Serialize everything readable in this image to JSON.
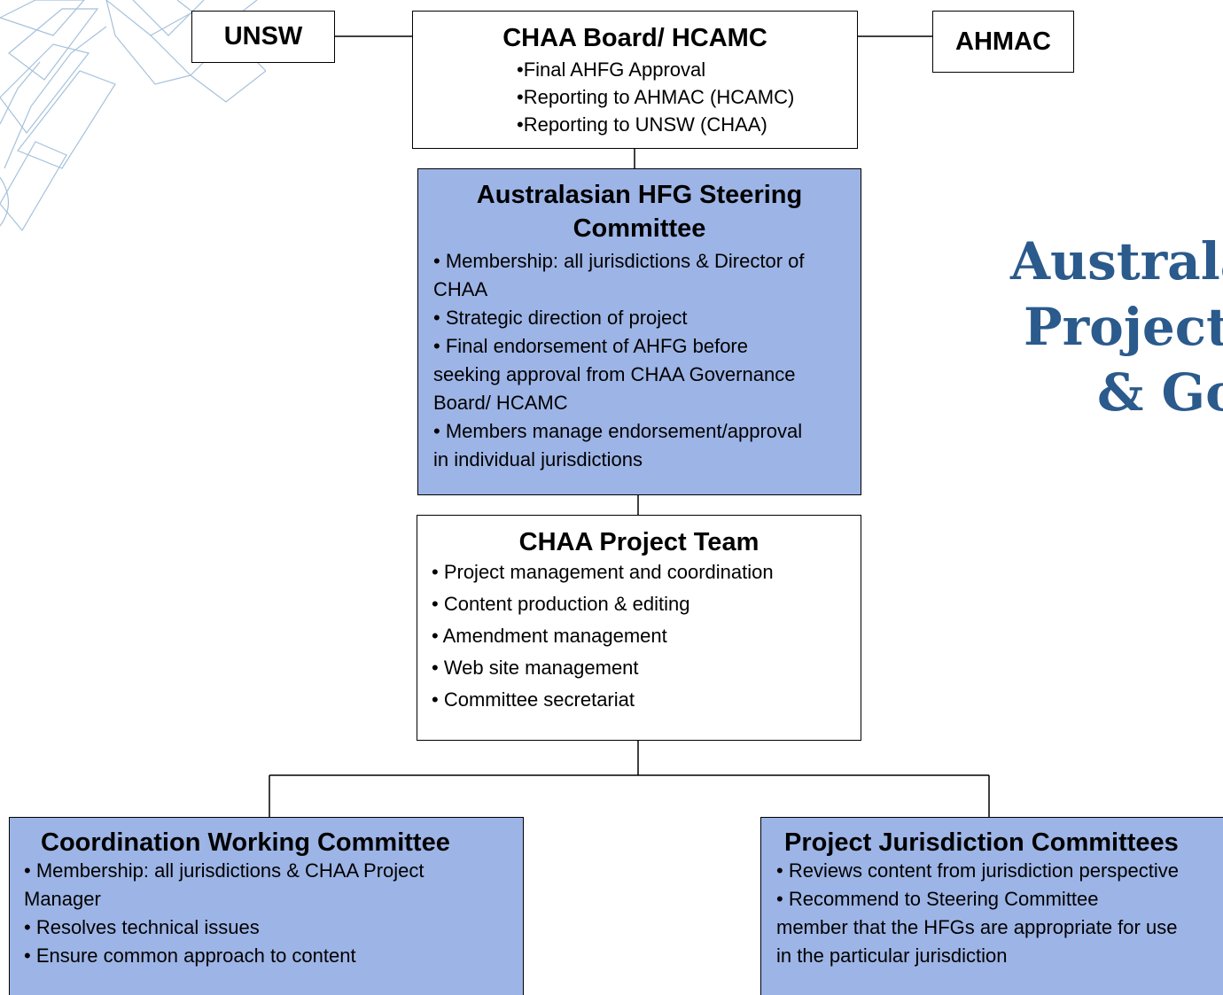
{
  "unsw": "UNSW",
  "ahmac": "AHMAC",
  "board": {
    "title": "CHAA Board/ HCAMC",
    "items": [
      "•Final AHFG Approval",
      "•Reporting to AHMAC (HCAMC)",
      "•Reporting to UNSW (CHAA)"
    ]
  },
  "steering": {
    "title_line1": "Australasian HFG Steering",
    "title_line2": "Committee",
    "lines": [
      "• Membership: all jurisdictions & Director of",
      "CHAA",
      "• Strategic direction of project",
      "• Final endorsement of AHFG before",
      "seeking approval from CHAA Governance",
      "Board/ HCAMC",
      "• Members manage endorsement/approval",
      "in individual jurisdictions"
    ]
  },
  "team": {
    "title": "CHAA Project Team",
    "items": [
      "• Project management and coordination",
      "• Content production & editing",
      "• Amendment management",
      "• Web site management",
      "• Committee secretariat"
    ]
  },
  "coordination": {
    "title": "Coordination Working Committee",
    "lines": [
      "• Membership: all jurisdictions & CHAA Project",
      "Manager",
      "• Resolves technical issues",
      "• Ensure common approach to content"
    ]
  },
  "jurisdiction": {
    "title": "Project Jurisdiction Committees",
    "lines": [
      "• Reviews content from jurisdiction perspective",
      "• Recommend to Steering Committee",
      "member that the HFGs are appropriate for use",
      "in the particular jurisdiction"
    ]
  },
  "side_title": {
    "line1": "Australa",
    "line2": "Project",
    "line3": "& Go"
  },
  "colors": {
    "box_blue": "#9db4e6",
    "title_blue": "#2b5a8c",
    "deco_blue": "#3a78b0"
  }
}
